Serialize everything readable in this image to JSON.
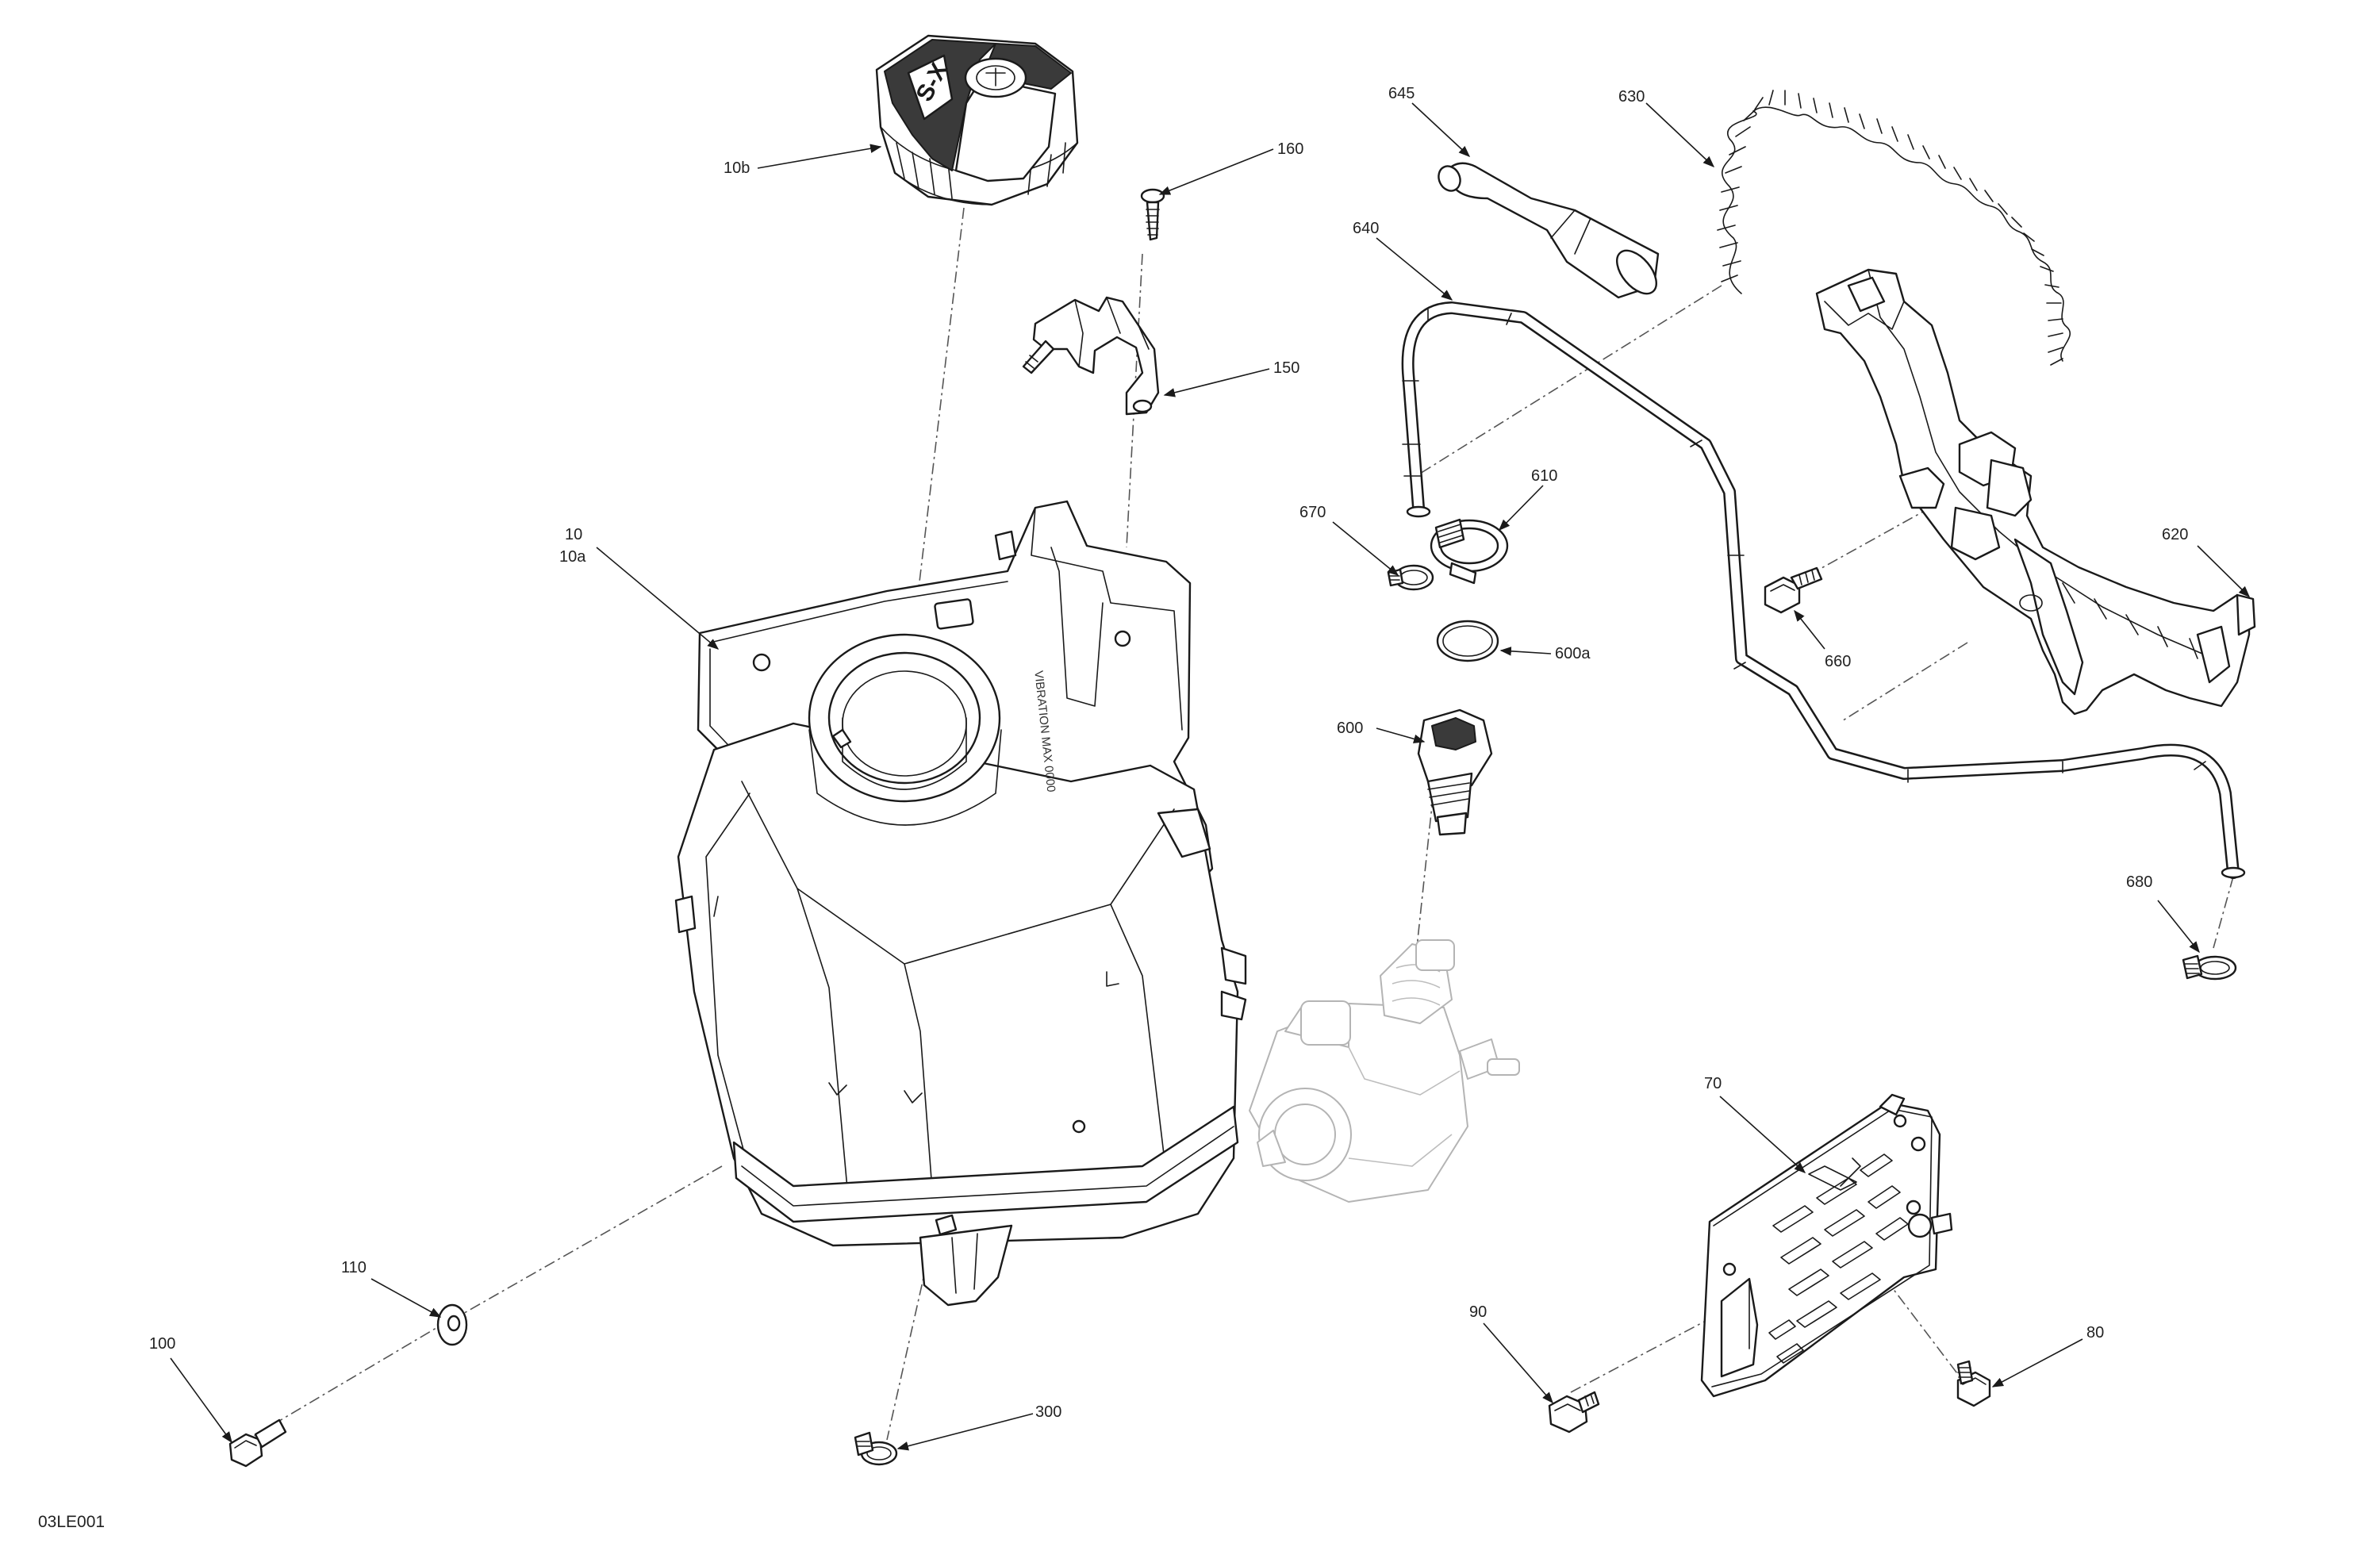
{
  "drawing_code": "03LE001",
  "callouts": {
    "c10b": "10b",
    "c160": "160",
    "c150": "150",
    "c10": "10",
    "c10a": "10a",
    "c645": "645",
    "c630": "630",
    "c640": "640",
    "c670": "670",
    "c610": "610",
    "c620": "620",
    "c600a": "600a",
    "c660": "660",
    "c600": "600",
    "c680": "680",
    "c70": "70",
    "c110": "110",
    "c100": "100",
    "c90": "90",
    "c80": "80",
    "c300": "300"
  },
  "cap_logo": "S-X"
}
